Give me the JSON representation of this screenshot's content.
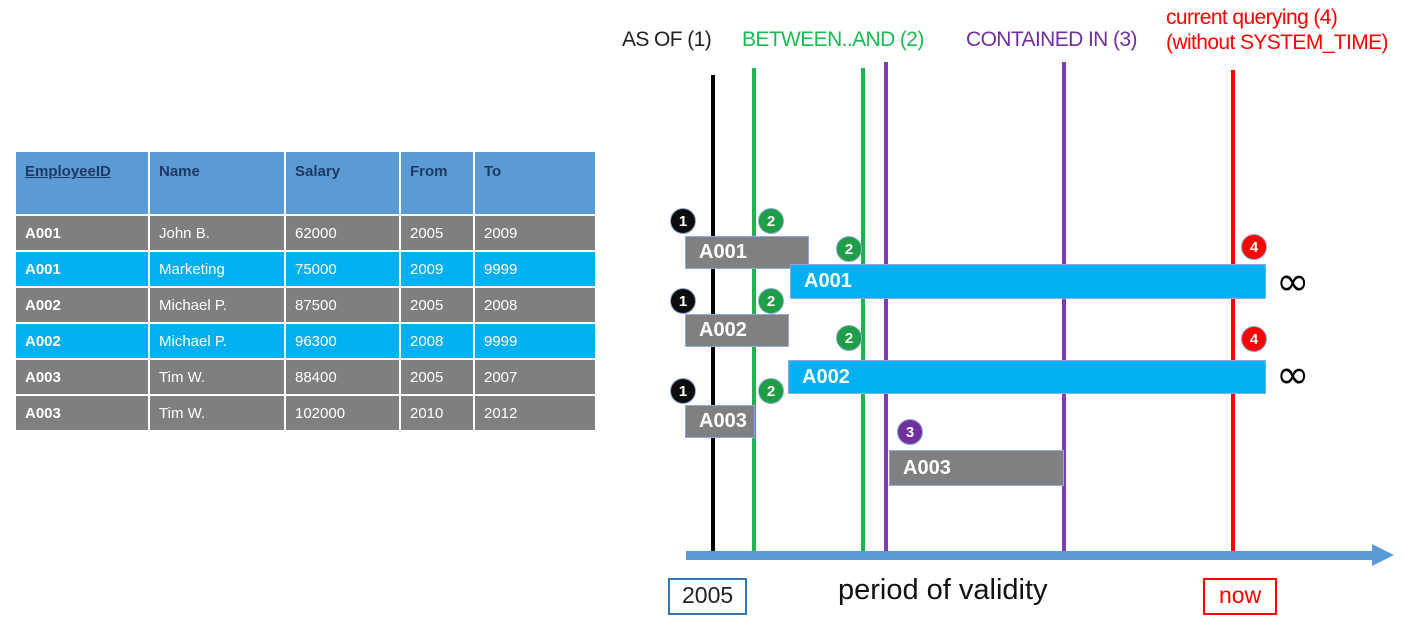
{
  "table": {
    "columns": [
      "EmployeeID",
      "Name",
      "Salary",
      "From",
      "To"
    ],
    "rows": [
      {
        "style": "gray",
        "id": "A001",
        "name": "John  B.",
        "salary": "62000",
        "from": "2005",
        "to": "2009"
      },
      {
        "style": "cyan",
        "id": "A001",
        "name": "Marketing",
        "salary": "75000",
        "from": "2009",
        "to": "9999"
      },
      {
        "style": "gray",
        "id": "A002",
        "name": "Michael P.",
        "salary": "87500",
        "from": "2005",
        "to": "2008"
      },
      {
        "style": "cyan",
        "id": "A002",
        "name": "Michael P.",
        "salary": "96300",
        "from": "2008",
        "to": "9999"
      },
      {
        "style": "gray",
        "id": "A003",
        "name": "Tim W.",
        "salary": "88400",
        "from": "2005",
        "to": "2007"
      },
      {
        "style": "gray",
        "id": "A003",
        "name": "Tim W.",
        "salary": "102000",
        "from": "2010",
        "to": "2012"
      }
    ]
  },
  "diagram": {
    "headers": {
      "as_of": "AS OF (1)",
      "between_and": "BETWEEN..AND (2)",
      "contained_in": "CONTAINED IN (3)",
      "current_line1": "current querying (4)",
      "current_line2": "(without SYSTEM_TIME)"
    },
    "bars": {
      "a001_gray": "A001",
      "a001_cyan": "A001",
      "a002_gray": "A002",
      "a002_cyan": "A002",
      "a003_gray": "A003",
      "a003_contained": "A003"
    },
    "badges": {
      "one": "1",
      "two": "2",
      "three": "3",
      "four": "4"
    },
    "infinity_symbol": "∞",
    "axis": {
      "start_label": "2005",
      "end_label": "now",
      "caption": "period of validity"
    },
    "colors": {
      "as_of_line": "#000000",
      "between_line": "#22B14C",
      "contained_line": "#7E3BB5",
      "now_line": "#FF0000",
      "axis": "#5B9BD5",
      "closed_period_bar": "#808080",
      "open_period_bar": "#00B0F0",
      "table_header": "#5B9BD5",
      "table_header_text": "#1F3864"
    }
  },
  "chart_data": {
    "type": "table",
    "title": "Temporal table querying — period of validity timeline",
    "categories": [
      "A001",
      "A001",
      "A002",
      "A002",
      "A003",
      "A003"
    ],
    "series": [
      {
        "name": "EmployeeID",
        "values": [
          "A001",
          "A001",
          "A002",
          "A002",
          "A003",
          "A003"
        ]
      },
      {
        "name": "Name",
        "values": [
          "John  B.",
          "Marketing",
          "Michael P.",
          "Michael P.",
          "Tim W.",
          "Tim W."
        ]
      },
      {
        "name": "Salary",
        "values": [
          62000,
          75000,
          87500,
          96300,
          88400,
          102000
        ]
      },
      {
        "name": "From",
        "values": [
          2005,
          2009,
          2005,
          2008,
          2005,
          2010
        ]
      },
      {
        "name": "To",
        "values": [
          2009,
          9999,
          2008,
          9999,
          2007,
          2012
        ]
      }
    ],
    "timeline_markers": [
      {
        "label": "AS OF (1)",
        "color": "#000000",
        "count": 1
      },
      {
        "label": "BETWEEN..AND (2)",
        "color": "#22B14C",
        "count": 2
      },
      {
        "label": "CONTAINED IN (3)",
        "color": "#7E3BB5",
        "count": 2
      },
      {
        "label": "current querying (4) (without SYSTEM_TIME)",
        "color": "#FF0000",
        "count": 1
      }
    ],
    "xlabel": "period of validity",
    "ylabel": "",
    "xlim": [
      "2005",
      "now"
    ],
    "grid": false,
    "legend": "top"
  }
}
